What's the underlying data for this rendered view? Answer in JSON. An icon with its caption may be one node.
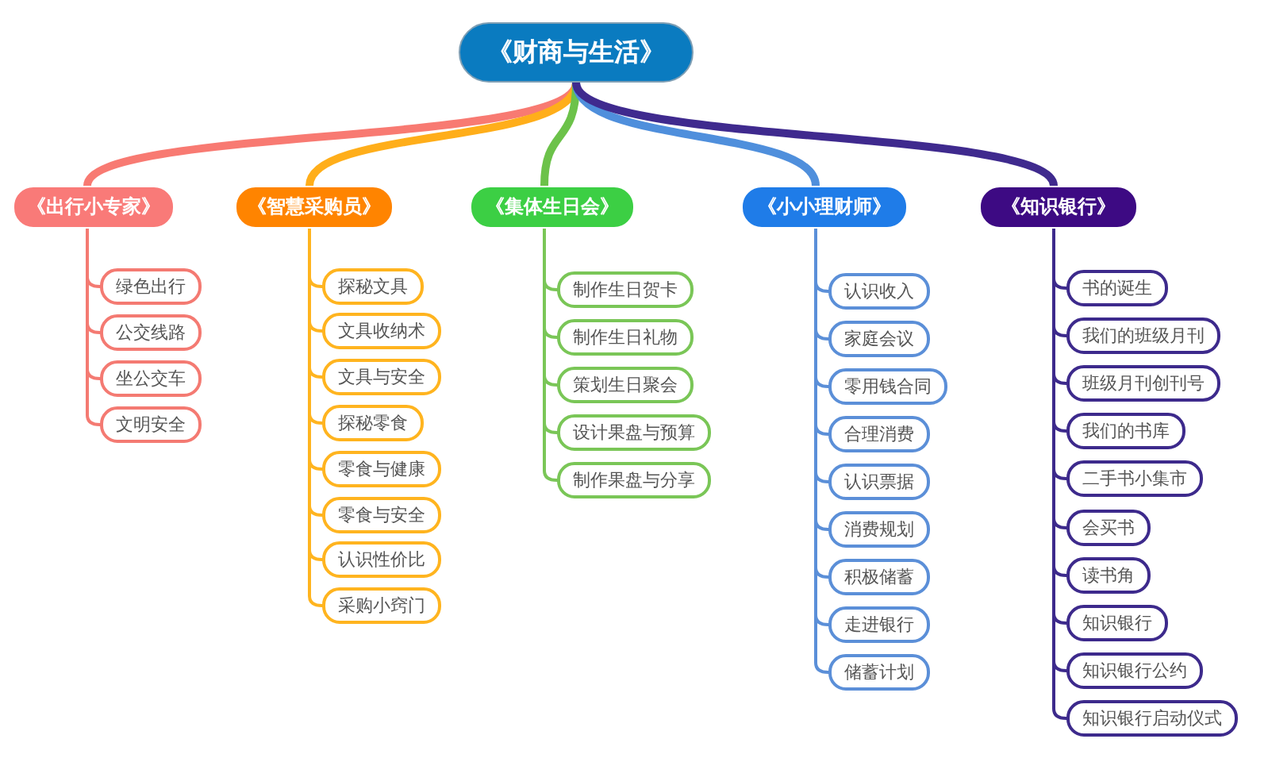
{
  "diagram": {
    "nodes": [
      {
        "text": [
          "《财商与生活》"
        ]
      },
      {
        "text": [
          "《出行小专家》"
        ]
      },
      {
        "text": [
          "绿色出行"
        ]
      },
      {
        "text": [
          "公交线路"
        ]
      },
      {
        "text": [
          "坐公交车"
        ]
      },
      {
        "text": [
          "文明安全"
        ]
      },
      {
        "text": [
          "《智慧采购员》"
        ]
      },
      {
        "text": [
          "探秘文具"
        ]
      },
      {
        "text": [
          "文具收纳术"
        ]
      },
      {
        "text": [
          "文具与安全"
        ]
      },
      {
        "text": [
          "探秘零食"
        ]
      },
      {
        "text": [
          "零食与健康"
        ]
      },
      {
        "text": [
          "零食与安全"
        ]
      },
      {
        "text": [
          "认识性价比"
        ]
      },
      {
        "text": [
          "采购小窍门"
        ]
      },
      {
        "text": [
          "《集体生日会》"
        ]
      },
      {
        "text": [
          "制作生日贺卡"
        ]
      },
      {
        "text": [
          "制作生日礼物"
        ]
      },
      {
        "text": [
          "策划生日聚会"
        ]
      },
      {
        "text": [
          "设计果盘与预算"
        ]
      },
      {
        "text": [
          "制作果盘与分享"
        ]
      },
      {
        "text": [
          "《小小理财师》"
        ]
      },
      {
        "text": [
          "认识收入"
        ]
      },
      {
        "text": [
          "家庭会议"
        ]
      },
      {
        "text": [
          "零用钱合同"
        ]
      },
      {
        "text": [
          "合理消费"
        ]
      },
      {
        "text": [
          "认识票据"
        ]
      },
      {
        "text": [
          "消费规划"
        ]
      },
      {
        "text": [
          "积极储蓄"
        ]
      },
      {
        "text": [
          "走进银行"
        ]
      },
      {
        "text": [
          "储蓄计划"
        ]
      },
      {
        "text": [
          "《知识银行》"
        ]
      },
      {
        "text": [
          "书的诞生"
        ]
      },
      {
        "text": [
          "我们的班级月刊"
        ]
      },
      {
        "text": [
          "班级月刊创刊号"
        ]
      },
      {
        "text": [
          "我们的书库"
        ]
      },
      {
        "text": [
          "二手书小集市"
        ]
      },
      {
        "text": [
          "会买书"
        ]
      },
      {
        "text": [
          "读书角"
        ]
      },
      {
        "text": [
          "知识银行"
        ]
      },
      {
        "text": [
          "知识银行公约"
        ]
      },
      {
        "text": [
          "知识银行启动仪式"
        ]
      }
    ],
    "edges": [
      {
        "from": 0,
        "to": 1,
        "arrow": "none",
        "style": "thick",
        "color": "#f87a72"
      },
      {
        "from": 0,
        "to": 6,
        "arrow": "none",
        "style": "thick",
        "color": "#ffae1a"
      },
      {
        "from": 0,
        "to": 15,
        "arrow": "none",
        "style": "thick",
        "color": "#6cc24a"
      },
      {
        "from": 0,
        "to": 21,
        "arrow": "none",
        "style": "thick",
        "color": "#4f8fdc"
      },
      {
        "from": 0,
        "to": 31,
        "arrow": "none",
        "style": "thick",
        "color": "#3f2a8e"
      },
      {
        "from": 1,
        "to": 2,
        "arrow": "none",
        "color": "#f47a72"
      },
      {
        "from": 1,
        "to": 3,
        "arrow": "none",
        "color": "#f47a72"
      },
      {
        "from": 1,
        "to": 4,
        "arrow": "none",
        "color": "#f47a72"
      },
      {
        "from": 1,
        "to": 5,
        "arrow": "none",
        "color": "#f47a72"
      },
      {
        "from": 6,
        "to": 7,
        "arrow": "none",
        "color": "#ffb41f"
      },
      {
        "from": 6,
        "to": 8,
        "arrow": "none",
        "color": "#ffb41f"
      },
      {
        "from": 6,
        "to": 9,
        "arrow": "none",
        "color": "#ffb41f"
      },
      {
        "from": 6,
        "to": 10,
        "arrow": "none",
        "color": "#ffb41f"
      },
      {
        "from": 6,
        "to": 11,
        "arrow": "none",
        "color": "#ffb41f"
      },
      {
        "from": 6,
        "to": 12,
        "arrow": "none",
        "color": "#ffb41f"
      },
      {
        "from": 6,
        "to": 13,
        "arrow": "none",
        "color": "#ffb41f"
      },
      {
        "from": 6,
        "to": 14,
        "arrow": "none",
        "color": "#ffb41f"
      },
      {
        "from": 15,
        "to": 16,
        "arrow": "none",
        "color": "#7ac657"
      },
      {
        "from": 15,
        "to": 17,
        "arrow": "none",
        "color": "#7ac657"
      },
      {
        "from": 15,
        "to": 18,
        "arrow": "none",
        "color": "#7ac657"
      },
      {
        "from": 15,
        "to": 19,
        "arrow": "none",
        "color": "#7ac657"
      },
      {
        "from": 15,
        "to": 20,
        "arrow": "none",
        "color": "#7ac657"
      },
      {
        "from": 21,
        "to": 22,
        "arrow": "none",
        "color": "#5b8fd8"
      },
      {
        "from": 21,
        "to": 23,
        "arrow": "none",
        "color": "#5b8fd8"
      },
      {
        "from": 21,
        "to": 24,
        "arrow": "none",
        "color": "#5b8fd8"
      },
      {
        "from": 21,
        "to": 25,
        "arrow": "none",
        "color": "#5b8fd8"
      },
      {
        "from": 21,
        "to": 26,
        "arrow": "none",
        "color": "#5b8fd8"
      },
      {
        "from": 21,
        "to": 27,
        "arrow": "none",
        "color": "#5b8fd8"
      },
      {
        "from": 21,
        "to": 28,
        "arrow": "none",
        "color": "#5b8fd8"
      },
      {
        "from": 21,
        "to": 29,
        "arrow": "none",
        "color": "#5b8fd8"
      },
      {
        "from": 21,
        "to": 30,
        "arrow": "none",
        "color": "#5b8fd8"
      },
      {
        "from": 31,
        "to": 32,
        "arrow": "none",
        "color": "#3d2a8c"
      },
      {
        "from": 31,
        "to": 33,
        "arrow": "none",
        "color": "#3d2a8c"
      },
      {
        "from": 31,
        "to": 34,
        "arrow": "none",
        "color": "#3d2a8c"
      },
      {
        "from": 31,
        "to": 35,
        "arrow": "none",
        "color": "#3d2a8c"
      },
      {
        "from": 31,
        "to": 36,
        "arrow": "none",
        "color": "#3d2a8c"
      },
      {
        "from": 31,
        "to": 37,
        "arrow": "none",
        "color": "#3d2a8c"
      },
      {
        "from": 31,
        "to": 38,
        "arrow": "none",
        "color": "#3d2a8c"
      },
      {
        "from": 31,
        "to": 39,
        "arrow": "none",
        "color": "#3d2a8c"
      },
      {
        "from": 31,
        "to": 40,
        "arrow": "none",
        "color": "#3d2a8c"
      },
      {
        "from": 31,
        "to": 41,
        "arrow": "none",
        "color": "#3d2a8c"
      }
    ]
  }
}
